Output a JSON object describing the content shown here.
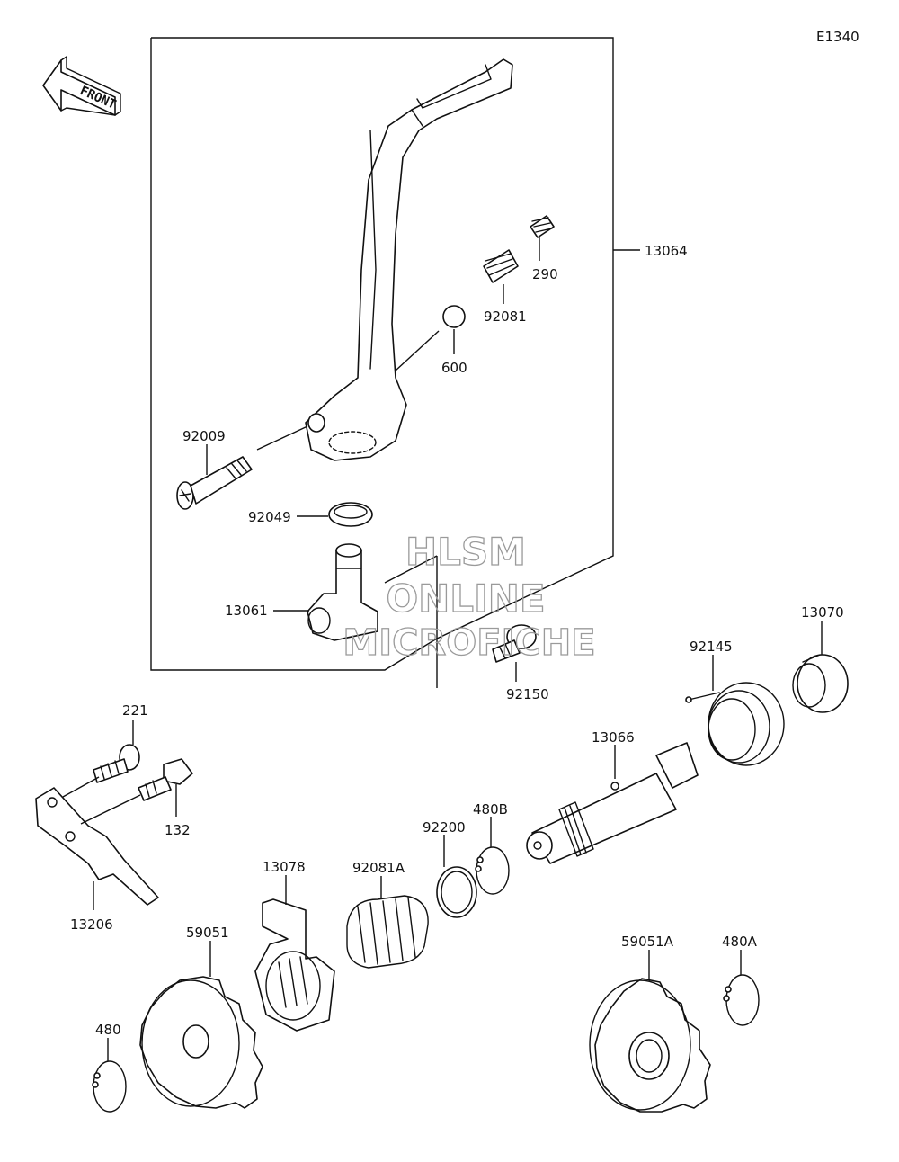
{
  "diagram_code": "E1340",
  "front_label": "FRONT",
  "watermark": {
    "line1": "HLSM",
    "line2": "ONLINE",
    "line3": "MICROFICHE"
  },
  "parts": [
    {
      "id": "13064"
    },
    {
      "id": "290"
    },
    {
      "id": "92081"
    },
    {
      "id": "600"
    },
    {
      "id": "92009"
    },
    {
      "id": "92049"
    },
    {
      "id": "13061"
    },
    {
      "id": "92150"
    },
    {
      "id": "92145"
    },
    {
      "id": "13070"
    },
    {
      "id": "221"
    },
    {
      "id": "132"
    },
    {
      "id": "13206"
    },
    {
      "id": "13066"
    },
    {
      "id": "480B"
    },
    {
      "id": "92200"
    },
    {
      "id": "92081A"
    },
    {
      "id": "13078"
    },
    {
      "id": "59051"
    },
    {
      "id": "480"
    },
    {
      "id": "59051A"
    },
    {
      "id": "480A"
    }
  ]
}
